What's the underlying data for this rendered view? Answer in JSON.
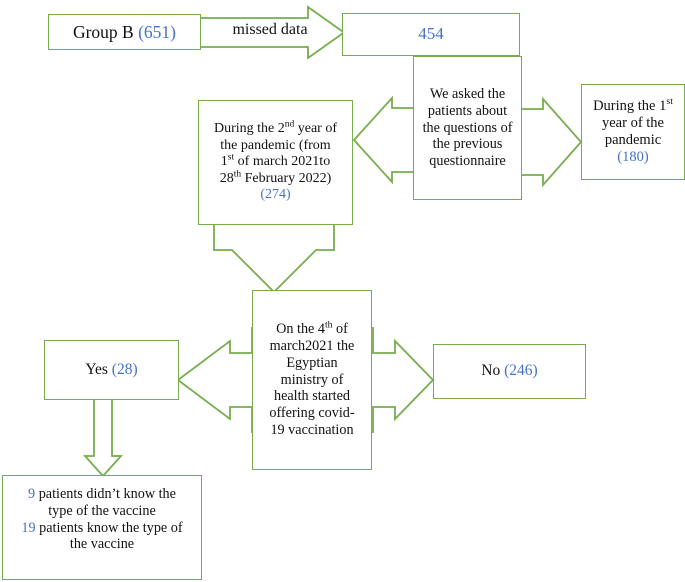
{
  "diagram": {
    "title": "Group B patient flow diagram",
    "colors": {
      "box_border_green": "#76AD4D",
      "arrow_green": "#76AD4D",
      "number_blue": "#4472C4",
      "text_black": "#111111",
      "background": "#FFFFFF"
    },
    "nodes": {
      "group_b": {
        "label": "Group B",
        "count": "(651)"
      },
      "remaining": {
        "count": "454"
      },
      "asked": {
        "text": "We asked the patients about the questions of the previous questionnaire"
      },
      "year1": {
        "line1": "During the 1",
        "sup1": "st",
        "line2": "year of the",
        "line3": "pandemic",
        "count": "(180)"
      },
      "year2": {
        "line1_a": "During the 2",
        "line1_sup": "nd",
        "line1_b": " year of",
        "line2": "the pandemic (from",
        "line3_a": "1",
        "line3_sup": "st",
        "line3_b": " of march 2021to",
        "line4_a": "28",
        "line4_sup": "th",
        "line4_b": " February 2022)",
        "count": "(274)"
      },
      "vaccination_start": {
        "line1_a": "On the 4",
        "line1_sup": "th",
        "line1_b": " of",
        "line2": "march2021 the",
        "line3": "Egyptian",
        "line4": "ministry of",
        "line5": "health started",
        "line6": "offering covid-",
        "line7": "19  vaccination"
      },
      "yes": {
        "label": "Yes",
        "count": "(28)"
      },
      "no": {
        "label": "No",
        "count": "(246)"
      },
      "vaccine_detail": {
        "num1": "9",
        "text1": " patients didn’t know the",
        "text1b": "type of the vaccine",
        "num2": "19",
        "text2": " patients know the type of",
        "text2b": "the vaccine"
      }
    },
    "edges": {
      "missed_data": {
        "label": "missed data",
        "direction": "right"
      },
      "asked_to_year2": {
        "direction": "left"
      },
      "asked_to_year1": {
        "direction": "right"
      },
      "year2_to_center": {
        "direction": "down"
      },
      "center_to_yes": {
        "direction": "left"
      },
      "center_to_no": {
        "direction": "right"
      },
      "yes_to_detail": {
        "direction": "down"
      }
    }
  }
}
